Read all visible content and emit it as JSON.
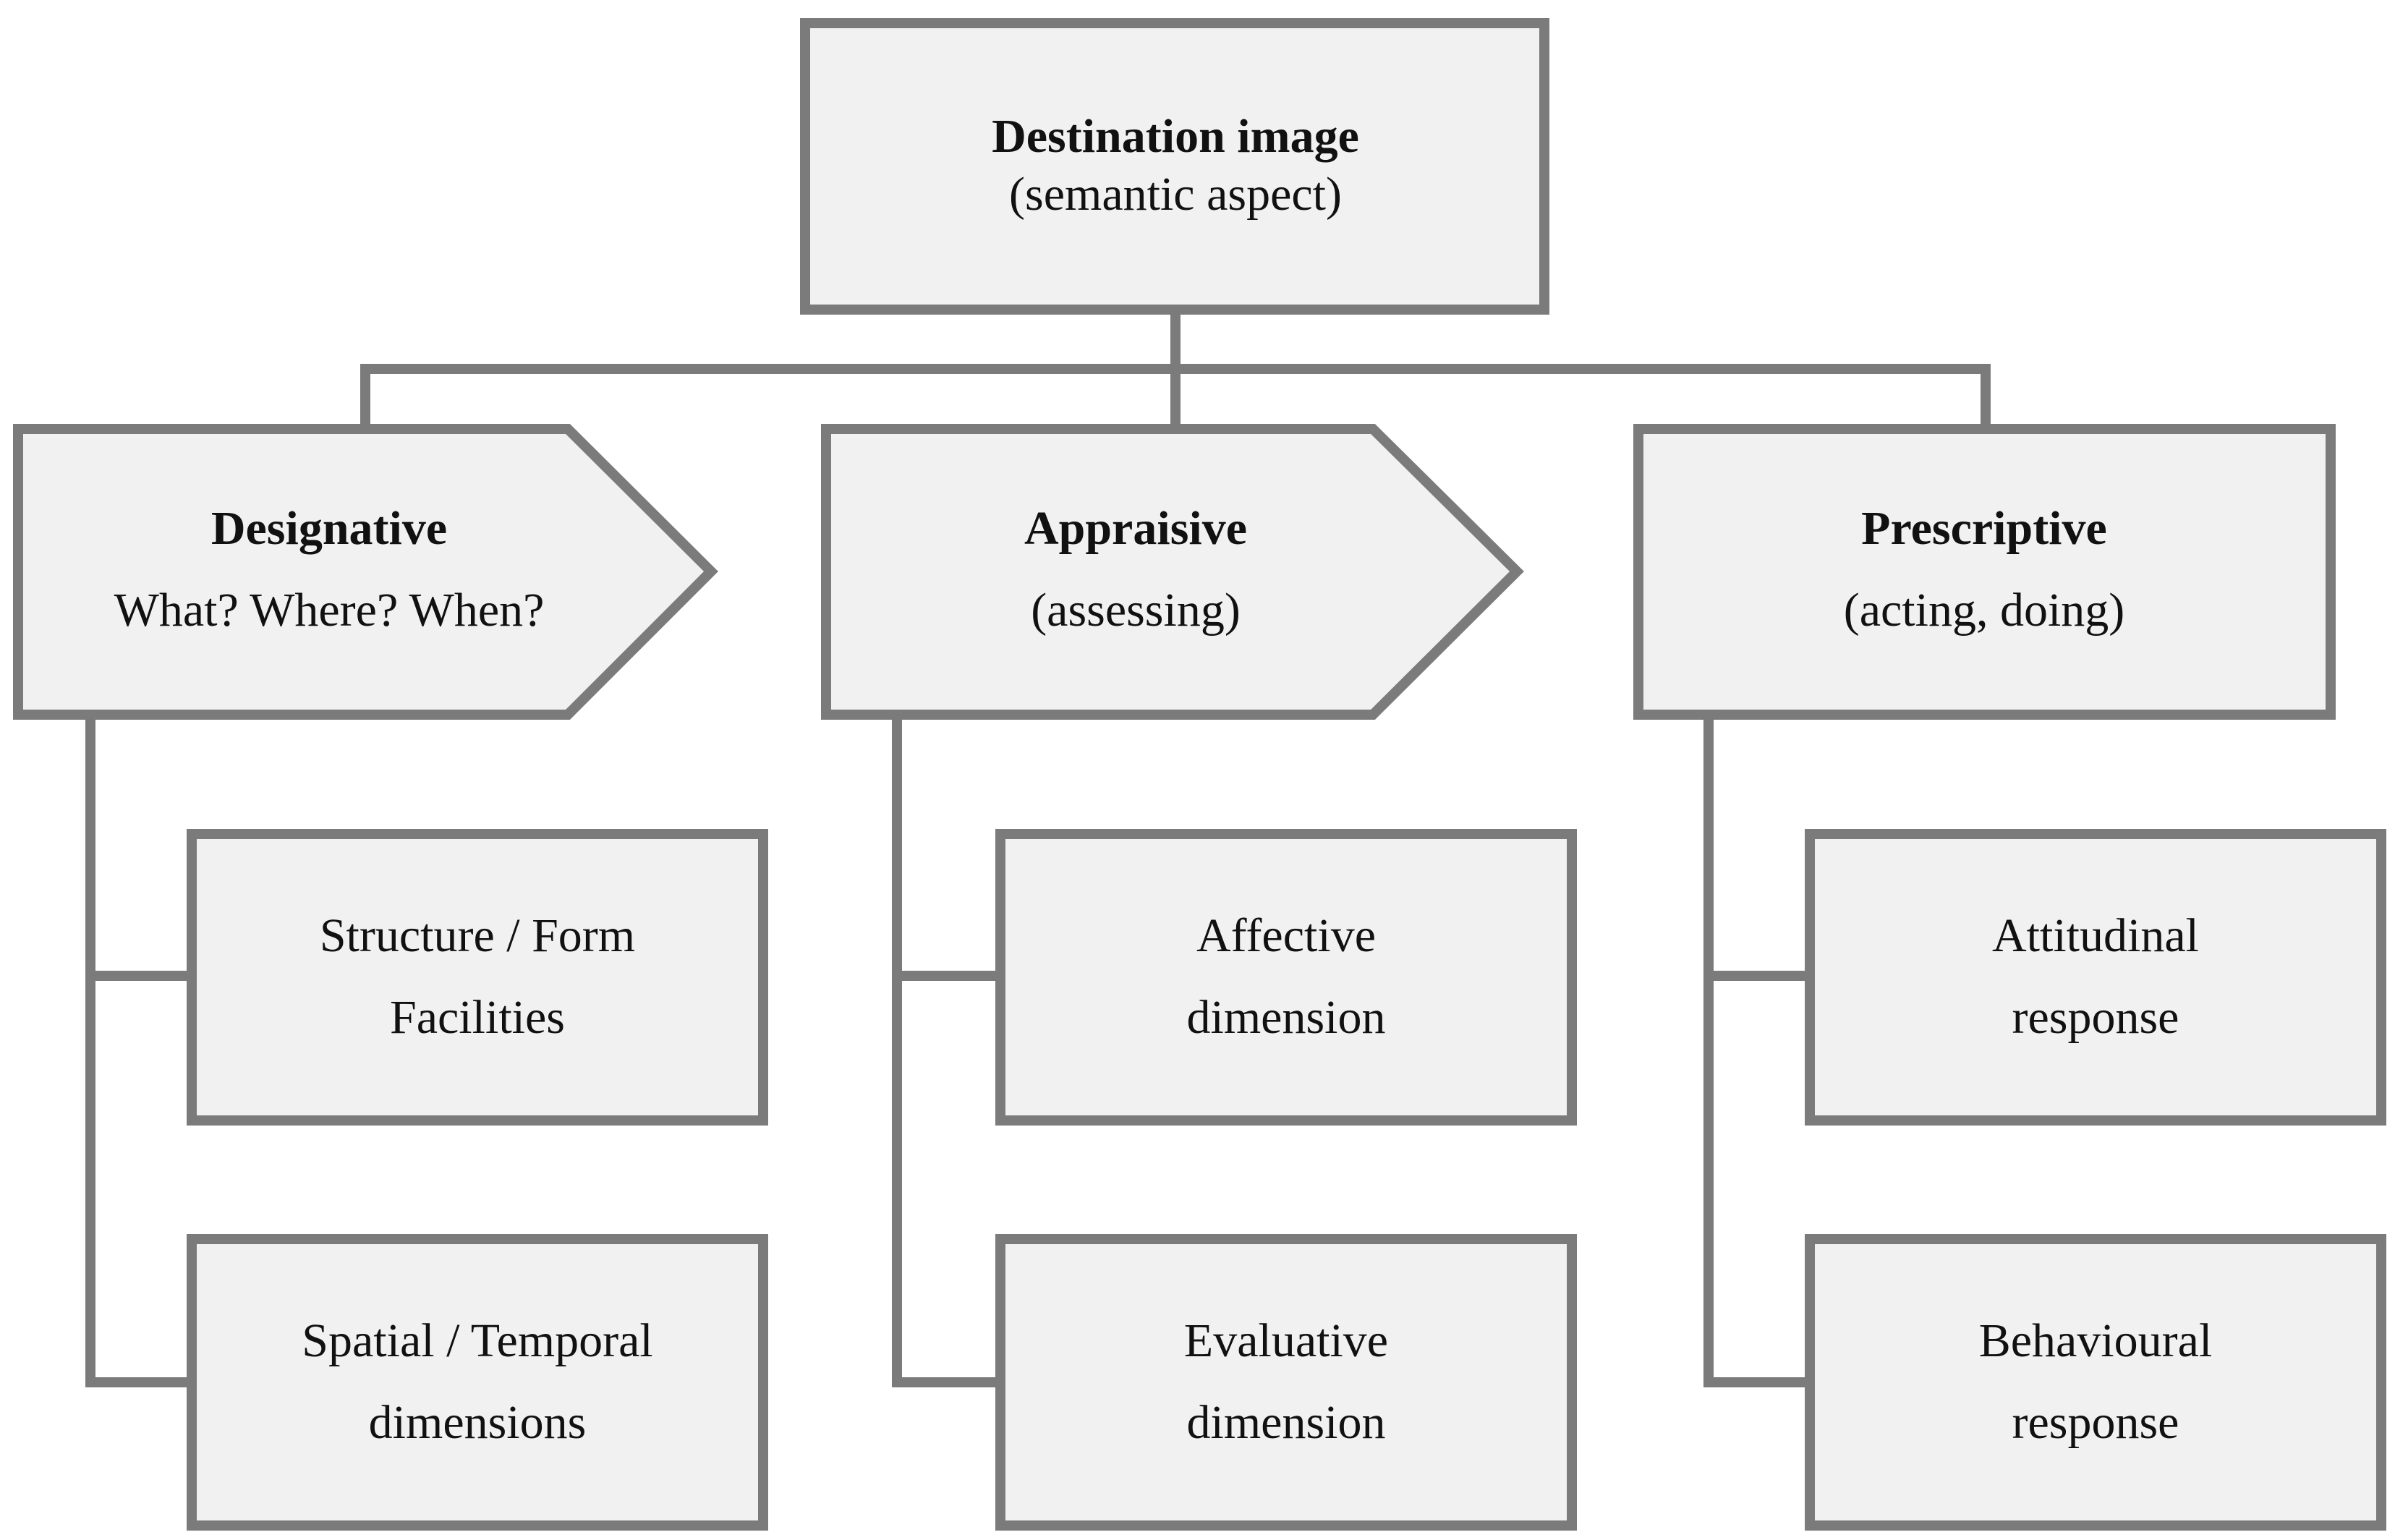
{
  "colors": {
    "box_fill": "#f1f1f1",
    "stroke": "#7b7b7b",
    "text": "#111111",
    "background": "#ffffff"
  },
  "root": {
    "title": "Destination image",
    "subtitle": "(semantic aspect)"
  },
  "categories": [
    {
      "title": "Designative",
      "subtitle": "What? Where? When?",
      "shape": "arrow",
      "children": [
        {
          "line1": "Structure / Form",
          "line2": "Facilities"
        },
        {
          "line1": "Spatial / Temporal",
          "line2": "dimensions"
        }
      ]
    },
    {
      "title": "Appraisive",
      "subtitle": "(assessing)",
      "shape": "arrow",
      "children": [
        {
          "line1": "Affective",
          "line2": "dimension"
        },
        {
          "line1": "Evaluative",
          "line2": "dimension"
        }
      ]
    },
    {
      "title": "Prescriptive",
      "subtitle": "(acting, doing)",
      "shape": "rectangle",
      "children": [
        {
          "line1": "Attitudinal",
          "line2": "response"
        },
        {
          "line1": "Behavioural",
          "line2": "response"
        }
      ]
    }
  ]
}
